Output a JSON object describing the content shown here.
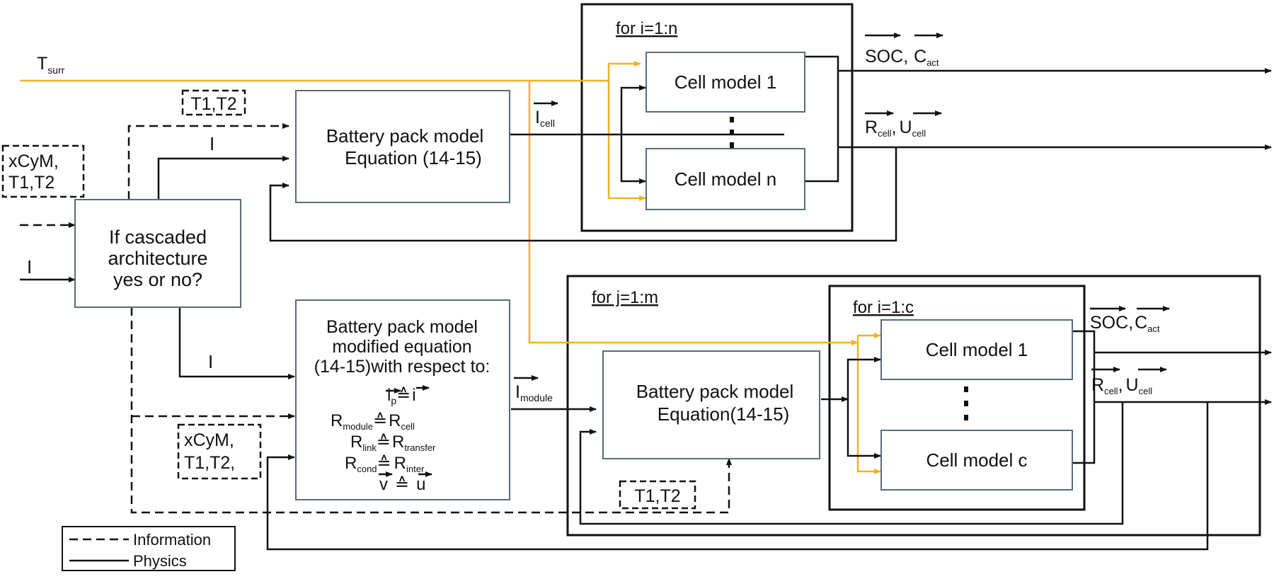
{
  "signals": {
    "t_surr": "T",
    "t_surr_sub": "surr",
    "i_input": "I",
    "i_upper": "I",
    "i_lower": "I",
    "i_cell": "I",
    "i_cell_sub": "cell",
    "i_module": "I",
    "i_module_sub": "module"
  },
  "info_boxes": {
    "top_t1t2": "T1,T2",
    "left_line1": "xCyM,",
    "left_line2": "T1,T2",
    "mid_line1": "xCyM,",
    "mid_line2": "T1,T2,",
    "bottom_t1t2": "T1,T2"
  },
  "decision": {
    "line1": "If cascaded",
    "line2": "architecture",
    "line3": "yes or no?"
  },
  "pack_top": {
    "line1": "Battery pack model",
    "line2": "Equation (14-15)"
  },
  "pack_modified": {
    "line1": "Battery pack model",
    "line2": "modified equation",
    "line3": "(14-15)with respect to:",
    "eq1_l": "i",
    "eq1_l_sub": "p",
    "eq1_op": "≙",
    "eq1_r": "i",
    "eq2_l": "R",
    "eq2_l_sub": "module",
    "eq2_op": "≙",
    "eq2_r": "R",
    "eq2_r_sub": "cell",
    "eq3_l": "R",
    "eq3_l_sub": "link",
    "eq3_op": "≙",
    "eq3_r": "R",
    "eq3_r_sub": "transfer",
    "eq4_l": "R",
    "eq4_l_sub": "cond",
    "eq4_op": "≙",
    "eq4_r": "R",
    "eq4_r_sub": "inter",
    "eq5_l": "v",
    "eq5_op": "≙",
    "eq5_r": "u"
  },
  "pack_module": {
    "line1": "Battery pack model",
    "line2": "Equation(14-15)"
  },
  "loop_top": {
    "label": "for i=1:n",
    "cell_first": "Cell model 1",
    "cell_last": "Cell model n"
  },
  "loop_module": {
    "label": "for j=1:m"
  },
  "loop_inner": {
    "label": "for i=1:c",
    "cell_first": "Cell model 1",
    "cell_last": "Cell model c"
  },
  "outputs": {
    "soc": "SOC",
    "sep": ",",
    "c": "C",
    "c_sub": "act",
    "r": "R",
    "r_sub": "cell",
    "u": "U",
    "u_sub": "cell"
  },
  "legend": {
    "information": "Information",
    "physics": "Physics"
  },
  "colors": {
    "temperature_line": "#f2b21c",
    "box_border": "#5b6b7c",
    "line": "#111111"
  }
}
